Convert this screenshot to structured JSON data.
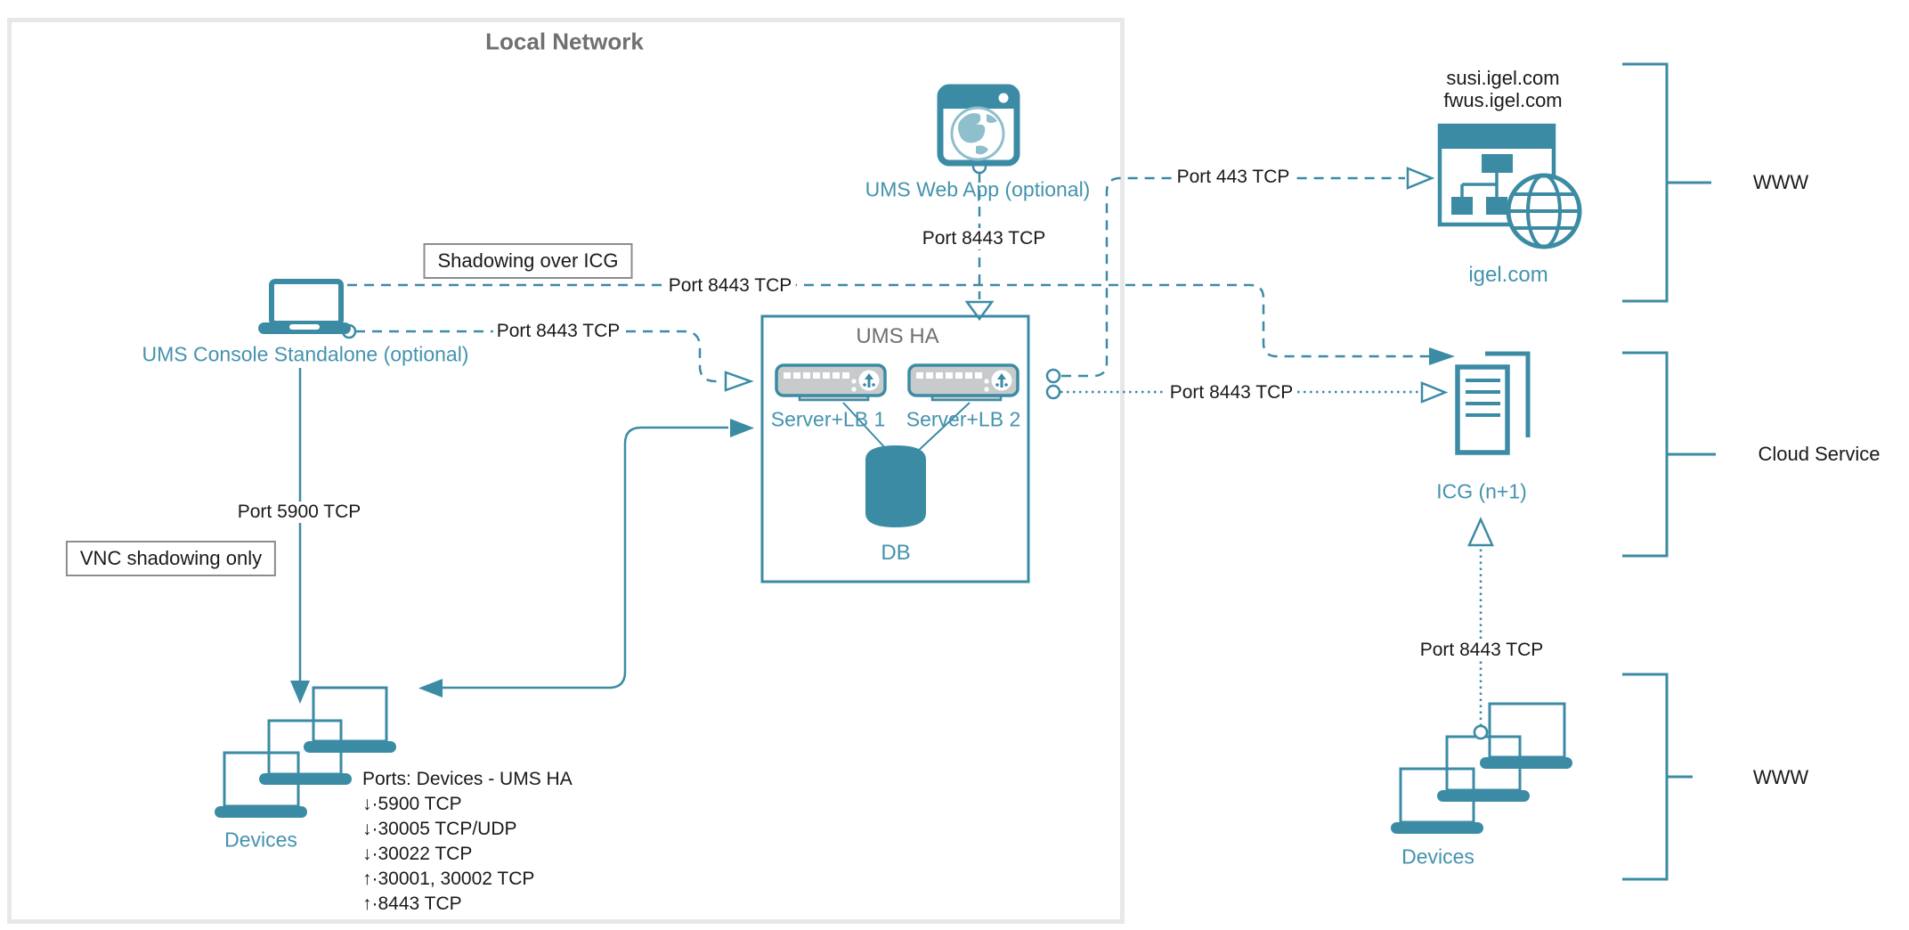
{
  "title": "Local Network",
  "zones": {
    "www_top": "WWW",
    "cloud_service": "Cloud Service",
    "www_bottom": "WWW"
  },
  "nodes": {
    "ums_web_app": {
      "label": "UMS Web App (optional)"
    },
    "ums_console": {
      "label": "UMS Console Standalone (optional)"
    },
    "ums_ha": {
      "title": "UMS HA",
      "server1_label": "Server+LB 1",
      "server2_label": "Server+LB 2",
      "db_label": "DB"
    },
    "igel_com": {
      "domain1": "susi.igel.com",
      "domain2": "fwus.igel.com",
      "label": "igel.com"
    },
    "icg": {
      "label": "ICG (n+1)"
    },
    "devices_left": {
      "label": "Devices"
    },
    "devices_right": {
      "label": "Devices"
    }
  },
  "connections": {
    "webapp_to_umsha": "Port 8443 TCP",
    "umsha_to_igel": "Port 443 TCP",
    "console_shadowing_to_icg": "Port 8443 TCP",
    "console_to_umsha": "Port 8443 TCP",
    "umsha_to_icg": "Port 8443 TCP",
    "console_to_devices": "Port 5900 TCP",
    "devices_to_icg": "Port 8443 TCP"
  },
  "callouts": {
    "shadowing_over_icg": "Shadowing over ICG",
    "vnc_shadowing_only": "VNC shadowing only"
  },
  "ports_list": {
    "title": "Ports: Devices - UMS HA",
    "items": [
      "↓·5900 TCP",
      "↓·30005 TCP/UDP",
      "↓·30022 TCP",
      "↑·30001, 30002 TCP",
      "↑·8443 TCP"
    ]
  },
  "colors": {
    "teal_line": "#3C8BA5",
    "teal_label": "#4493AE",
    "gray_text": "#707070",
    "server_fill": "#C8CBCC",
    "callout_border": "#8C8C8C",
    "local_network_border": "#E8E8E8",
    "black_text": "#1A1A1A"
  }
}
